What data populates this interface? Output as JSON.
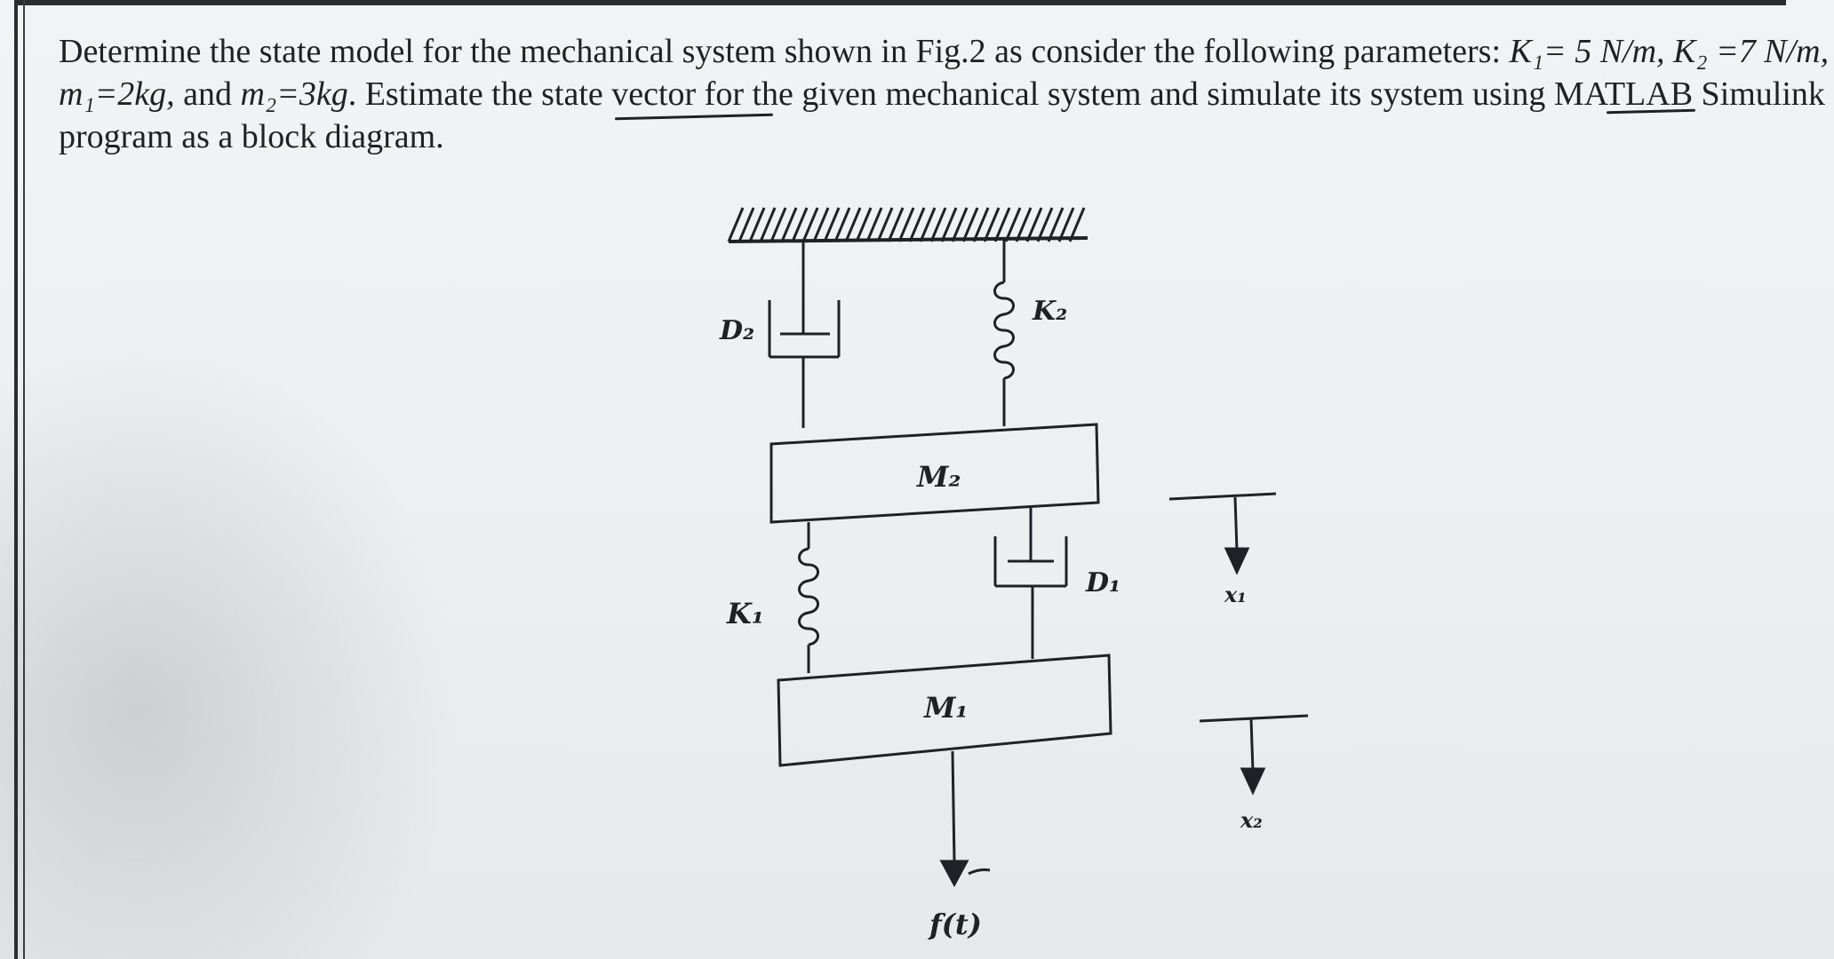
{
  "question": {
    "line1_a": "Determine the state model for the mechanical system shown in Fig.2 as consider the following parameters: ",
    "k1": "K₁= 5 N/m,",
    "k2": "K₂ =7 N/m,",
    "m1": "m₁=2kg,",
    "line2_and": " and ",
    "m2": "m₂=3kg",
    "line2_b": ". Estimate the state vector for the given mechanical system and simulate its system using MATLAB Simulink",
    "line3": "program as a block diagram."
  },
  "figure": {
    "label_d2": "D₂",
    "label_k2": "K₂",
    "label_m2": "M₂",
    "label_d1": "D₁",
    "label_k1": "K₁",
    "label_m1": "M₁",
    "label_force": "f(t)",
    "label_x1": "x₁",
    "label_x2": "x₂"
  }
}
